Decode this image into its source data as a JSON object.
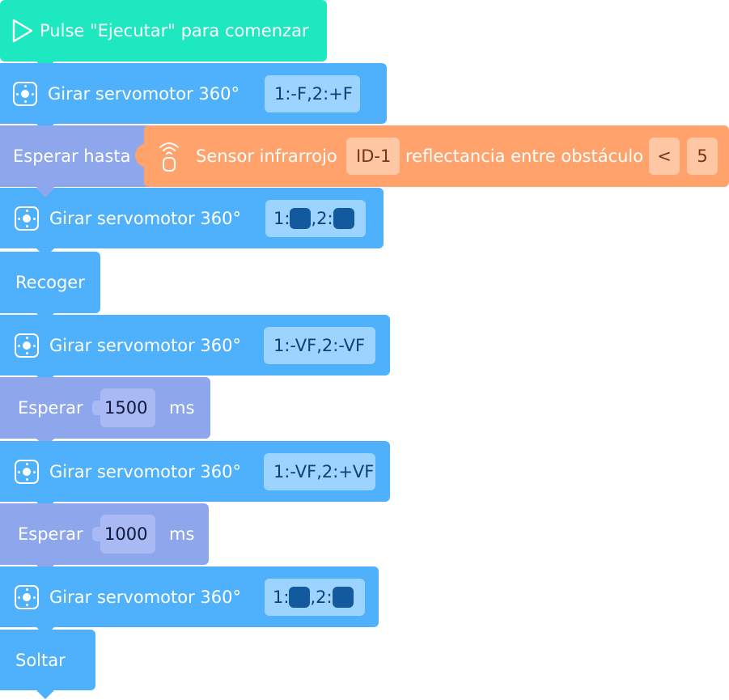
{
  "start_block": {
    "label": "Pulse \"Ejecutar\" para comenzar",
    "icon": "play-icon"
  },
  "blocks": [
    {
      "type": "servo",
      "label": "Girar servomotor 360°",
      "param": "1:-F,2:+F",
      "icon": "servo-icon"
    },
    {
      "type": "wait_until",
      "label": "Esperar hasta",
      "sensor": {
        "label": "Sensor infrarrojo",
        "id": "ID-1",
        "measure": "reflectancia entre obstáculo",
        "operator": "<",
        "value": "5",
        "icon": "infrared-sensor-icon"
      }
    },
    {
      "type": "servo",
      "label": "Girar servomotor 360°",
      "param_parts": [
        "1:",
        ",2:"
      ],
      "swatch_color": "#12599d",
      "icon": "servo-icon"
    },
    {
      "type": "action",
      "label": "Recoger"
    },
    {
      "type": "servo",
      "label": "Girar servomotor 360°",
      "param": "1:-VF,2:-VF",
      "icon": "servo-icon"
    },
    {
      "type": "wait",
      "label": "Esperar",
      "value": "1500",
      "unit": "ms"
    },
    {
      "type": "servo",
      "label": "Girar servomotor 360°",
      "param": "1:-VF,2:+VF",
      "icon": "servo-icon"
    },
    {
      "type": "wait",
      "label": "Esperar",
      "value": "1000",
      "unit": "ms"
    },
    {
      "type": "servo",
      "label": "Girar servomotor 360°",
      "param_parts": [
        "1:",
        ",2:"
      ],
      "swatch_color": "#12599d",
      "icon": "servo-icon"
    },
    {
      "type": "action",
      "label": "Soltar"
    }
  ],
  "colors": {
    "start": "#1ee8c0",
    "servo": "#4fb1fb",
    "wait": "#8da6ec",
    "sensor": "#ffa26b"
  }
}
